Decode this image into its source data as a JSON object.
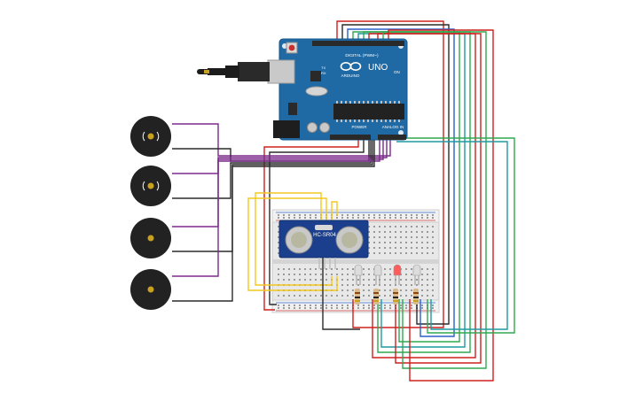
{
  "arduino": {
    "brand": "ARDUINO",
    "model": "UNO",
    "digital_label": "DIGITAL (PWM~)",
    "power_label": "POWER",
    "analog_label": "ANALOG IN",
    "on_label": "ON",
    "tx_label": "TX",
    "rx_label": "RX",
    "color": "#1f6aa5"
  },
  "sensor": {
    "label": "HC-SR04",
    "color": "#1b3f8c"
  },
  "buzzers": {
    "count": 4,
    "sounding": [
      true,
      true,
      false,
      false
    ]
  },
  "leds": {
    "count": 4,
    "colors": [
      "#dcdcdc",
      "#dcdcdc",
      "#ff5c5c",
      "#dcdcdc"
    ]
  },
  "wire_colors": {
    "red": "#d0201e",
    "black": "#2b2b2b",
    "purple": "#7b2a8c",
    "yellow": "#f2c81f",
    "green": "#2fa84f",
    "teal": "#1e9aa0",
    "blue": "#2b5fc9"
  }
}
